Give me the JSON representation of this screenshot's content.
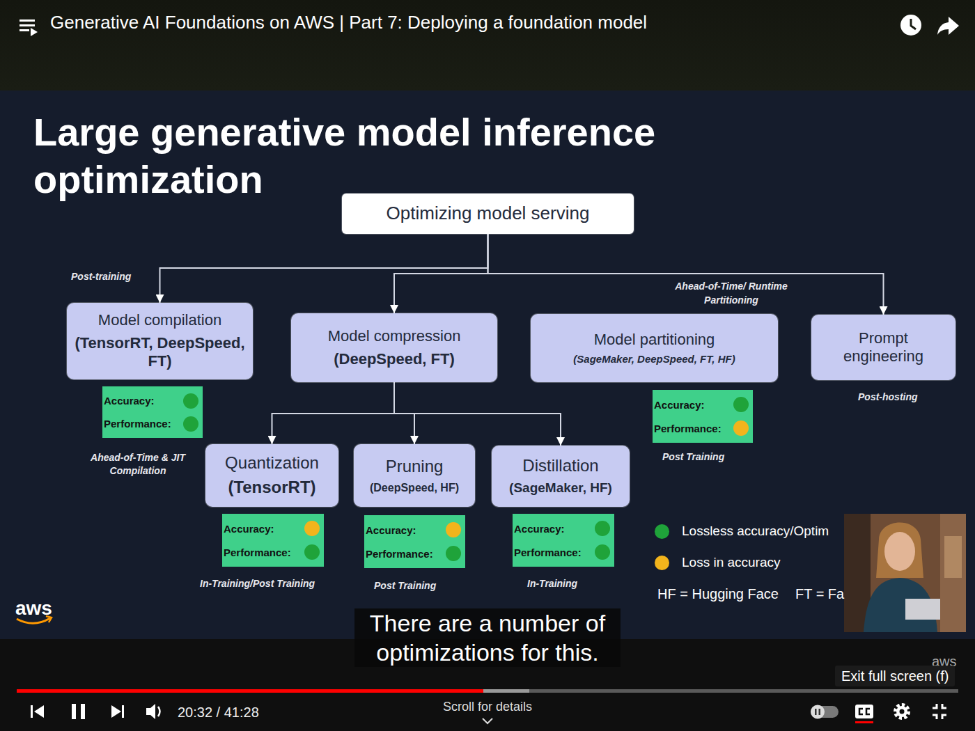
{
  "diagram": {
    "title": "Large generative model inference optimization",
    "nodes": [
      {
        "text": [
          "Optimizing model serving"
        ]
      },
      {
        "text": [
          "Model compilation",
          "(TensorRT, DeepSpeed, FT)"
        ]
      },
      {
        "text": [
          "Model compression",
          "(DeepSpeed, FT)"
        ]
      },
      {
        "text": [
          "Model partitioning",
          "(SageMaker, DeepSpeed, FT, HF)"
        ]
      },
      {
        "text": [
          "Prompt engineering"
        ]
      },
      {
        "text": [
          "Accuracy:",
          "Performance:"
        ]
      },
      {
        "text": [
          "Accuracy:",
          "Performance:"
        ]
      },
      {
        "text": [
          "Quantization",
          "(TensorRT)"
        ]
      },
      {
        "text": [
          "Pruning",
          "(DeepSpeed, HF)"
        ]
      },
      {
        "text": [
          "Distillation",
          "(SageMaker, HF)"
        ]
      },
      {
        "text": [
          "Accuracy:",
          "Performance:"
        ]
      },
      {
        "text": [
          "Accuracy:",
          "Performance:"
        ]
      },
      {
        "text": [
          "Accuracy:",
          "Performance:"
        ]
      }
    ],
    "edges": [
      {
        "from": 0,
        "to": 1,
        "arrow": "to"
      },
      {
        "from": 0,
        "to": 2,
        "arrow": "to"
      },
      {
        "from": 0,
        "to": 4,
        "arrow": "to"
      },
      {
        "from": 2,
        "to": 7,
        "arrow": "to"
      },
      {
        "from": 2,
        "to": 8,
        "arrow": "to"
      },
      {
        "from": 2,
        "to": 9,
        "arrow": "to"
      }
    ],
    "labels": [
      "Generative AI Foundations on AWS | Part 7: Deploying a foundation model",
      "Post-training",
      "Ahead-of-Time/ Runtime Partitioning",
      "Post-hosting",
      "Ahead-of-Time & JIT Compilation",
      "Post Training",
      "In-Training/Post Training",
      "Post Training",
      "In-Training",
      "HF = Hugging Face",
      "FT = Fa",
      "aws",
      "There are a number of optimizations for this.",
      "aws",
      "Exit full screen (f)",
      "20:32 / 41:28",
      "Scroll for details"
    ],
    "legend": [
      {
        "text": "Lossless accuracy/Optim",
        "color": "#1fa33a"
      },
      {
        "text": "Loss in accuracy",
        "color": "#f2b41c"
      }
    ]
  }
}
